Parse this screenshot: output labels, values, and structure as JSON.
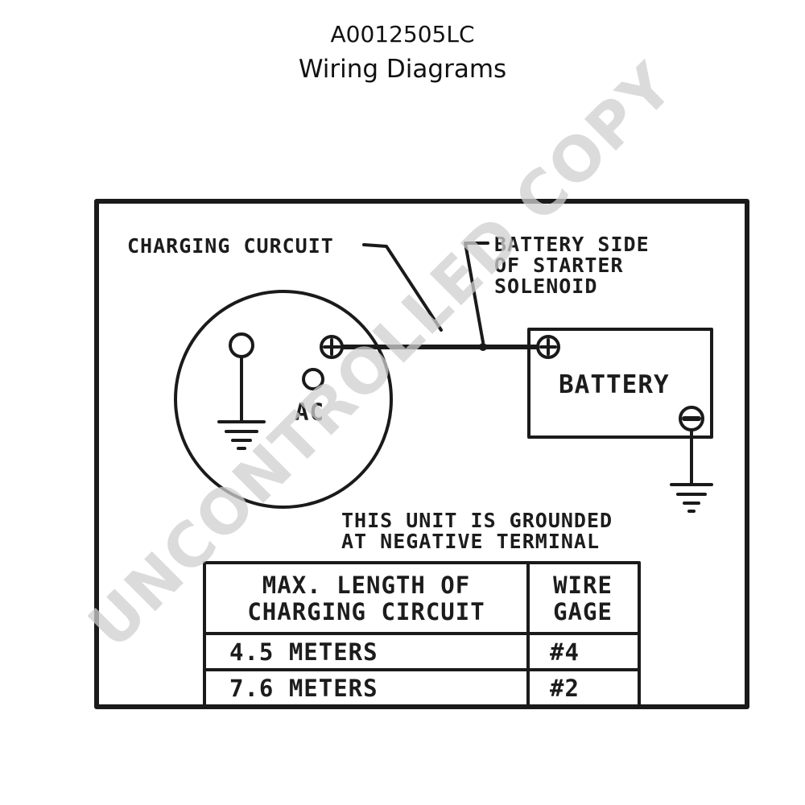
{
  "header": {
    "code": "A0012505LC",
    "title": "Wiring Diagrams"
  },
  "diagram": {
    "charging_circuit_label": "CHARGING CURCUIT",
    "starter_label_lines": [
      "BATTERY SIDE",
      "OF STARTER",
      "SOLENOID"
    ],
    "alternator_terminal_label": "AC",
    "battery_label": "BATTERY",
    "positive_symbol": "+",
    "negative_symbol": "−",
    "ground_note_lines": [
      "THIS UNIT IS GROUNDED",
      "AT NEGATIVE TERMINAL"
    ]
  },
  "table": {
    "headers": [
      [
        "MAX. LENGTH OF",
        "CHARGING CIRCUIT"
      ],
      [
        "WIRE",
        "GAGE"
      ]
    ],
    "rows": [
      [
        "4.5 METERS",
        "#4"
      ],
      [
        "7.6 METERS",
        "#2"
      ]
    ]
  },
  "watermark": "UNCONTROLLED COPY",
  "colors": {
    "ink": "#1a1a1a",
    "watermark": "#cfcfcf",
    "background": "#ffffff"
  }
}
